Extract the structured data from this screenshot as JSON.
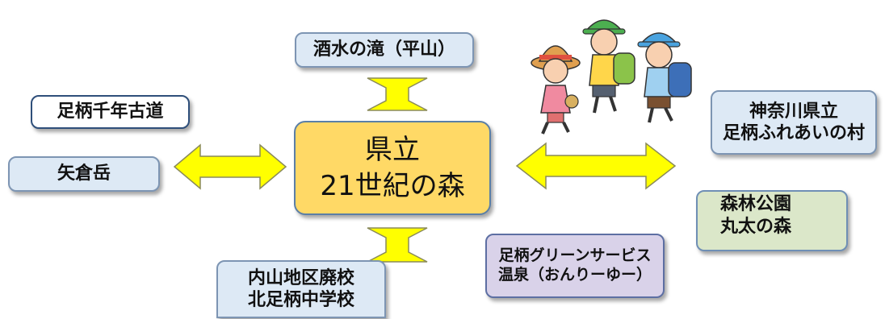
{
  "center": {
    "line1": "県立",
    "line2": "21世紀の森"
  },
  "top": {
    "label": "酒水の滝（平山）"
  },
  "left_top": {
    "label": "足柄千年古道"
  },
  "left": {
    "label": "矢倉岳"
  },
  "bottom": {
    "line1": "内山地区廃校",
    "line2": "北足柄中学校"
  },
  "right_top": {
    "line1": "神奈川県立",
    "line2": "足柄ふれあいの村"
  },
  "right_bottom": {
    "line1": "森林公園",
    "line2": "丸太の森"
  },
  "bottom_right": {
    "line1": "足柄グリーンサービス",
    "line2": "温泉（おんりーゆー）"
  },
  "colors": {
    "arrow_fill": "#ffff00",
    "arrow_stroke": "#8a8a5a",
    "center_fill": "#ffd966"
  },
  "illustration": {
    "icon": "hiking-children-illustration"
  }
}
